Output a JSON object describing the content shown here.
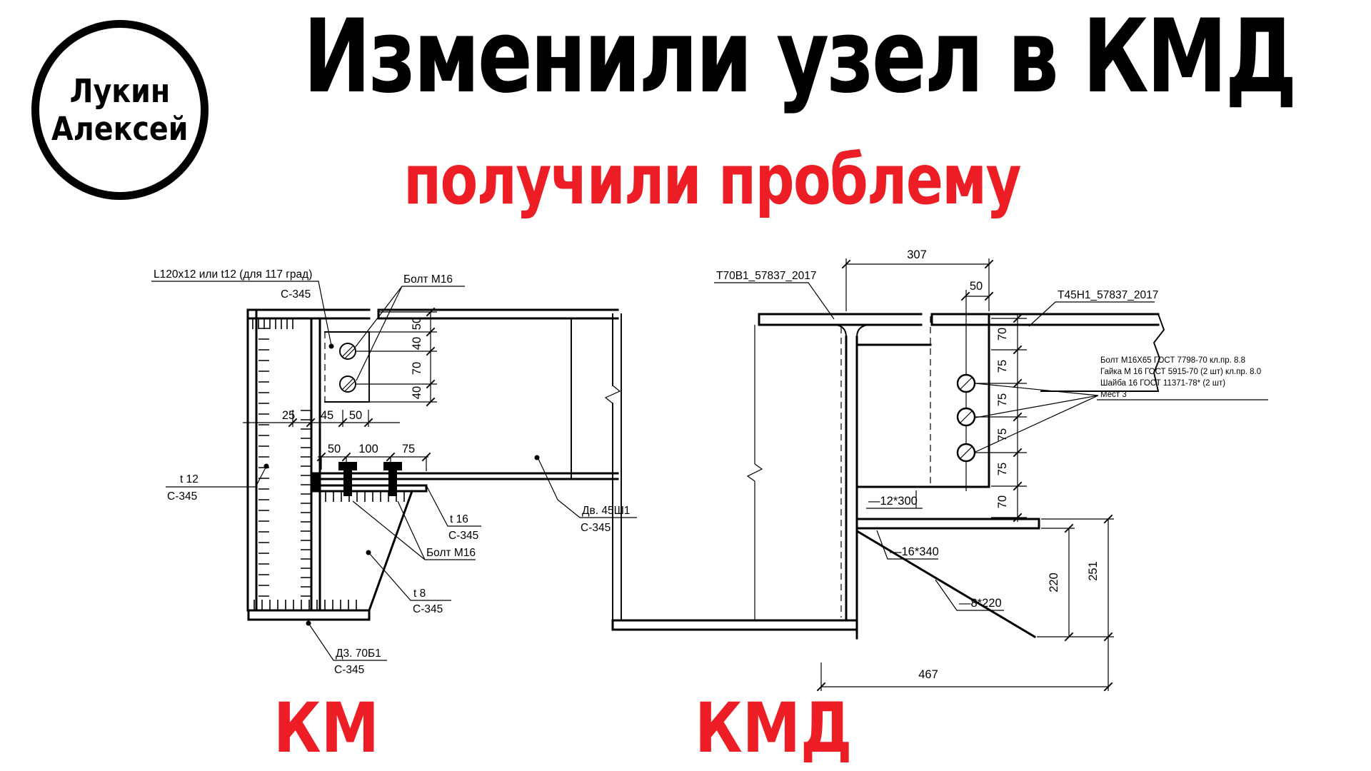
{
  "logo": {
    "line1": "Лукин",
    "line2": "Алексей"
  },
  "header": {
    "title": "Изменили узел в КМД",
    "subtitle": "получили проблему"
  },
  "colors": {
    "red": "#ec1d24",
    "ink": "#000000"
  },
  "km": {
    "caption": "КМ",
    "angle_note": "L120x12 или t12 (для 117 град)",
    "angle_grade": "С-345",
    "bolt_label_top": "Болт М16",
    "bolt_label_bottom": "Болт М16",
    "web_plate": "t 12",
    "web_plate_grade": "С-345",
    "seat_plate": "t 16",
    "seat_plate_grade": "С-345",
    "gusset_plate": "t 8",
    "gusset_plate_grade": "С-345",
    "girder_mark": "Д3. 70Б1",
    "girder_grade": "С-345",
    "beam_mark": "Дв. 45Ш1",
    "beam_grade": "С-345",
    "dims_vertical": [
      "50",
      "40",
      "70",
      "40"
    ],
    "dims_row1": [
      "25",
      "45",
      "50"
    ],
    "dims_row2": [
      "50",
      "100",
      "75"
    ]
  },
  "kmd": {
    "caption": "КМД",
    "left_mark": "Т70В1_57837_2017",
    "right_mark": "Т45Н1_57837_2017",
    "dim_top": "307",
    "dim_offset": "50",
    "bolt_note": [
      "Болт М16Х65 ГОСТ 7798-70 кл.пр. 8.8",
      "Гайка М 16 ГОСТ 5915-70 (2 шт) кл.пр. 8.0",
      "Шайба 16 ГОСТ 11371-78* (2 шт)",
      "Мест 3"
    ],
    "dims_vertical": [
      "70",
      "75",
      "75",
      "75",
      "75",
      "70"
    ],
    "plate_12": "—12*300",
    "plate_16": "—16*340",
    "plate_8": "—8*220",
    "dim_height_inner": "220",
    "dim_height_outer": "251",
    "dim_width": "467"
  }
}
